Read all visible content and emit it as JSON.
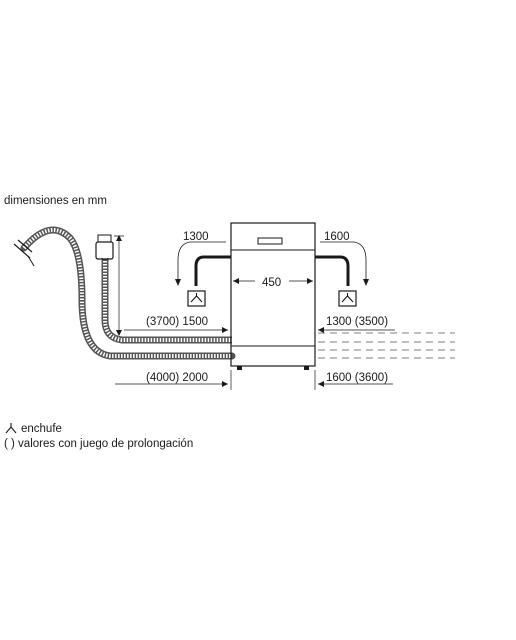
{
  "header": {
    "units_label": "dimensiones en mm"
  },
  "dims": {
    "width": "450",
    "hose_left": "1300",
    "hose_right": "1600",
    "drain_left": "(3700) 1500",
    "drain_right": "1300 (3500)",
    "inlet_left": "(4000) 2000",
    "inlet_right": "1600 (3600)"
  },
  "legend": {
    "plug": "enchufe",
    "extension": "( ) valores con juego de prolongación"
  },
  "icons": {
    "plug": "plug-socket-icon"
  },
  "colors": {
    "line": "#1a1a1a",
    "hose": "#555555"
  }
}
